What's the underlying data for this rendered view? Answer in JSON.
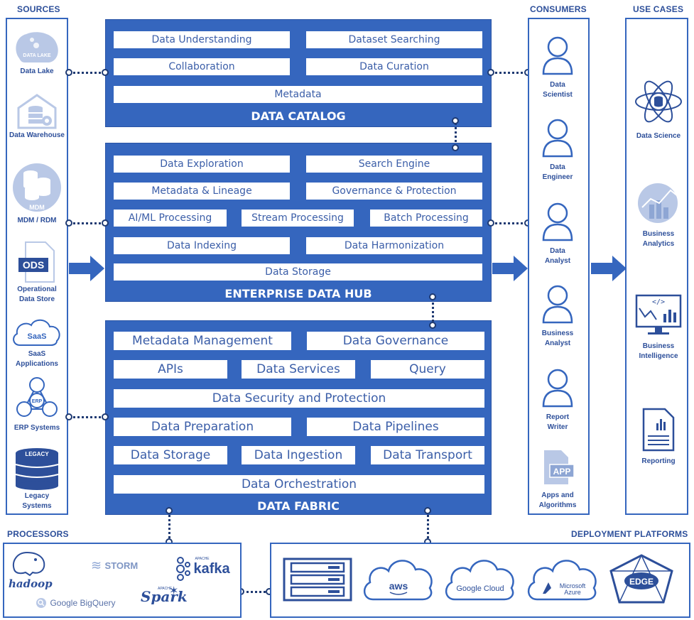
{
  "headers": {
    "sources": "SOURCES",
    "consumers": "CONSUMERS",
    "use_cases": "USE CASES",
    "processors": "PROCESSORS",
    "deployment": "DEPLOYMENT PLATFORMS"
  },
  "sources": {
    "data_lake_badge": "DATA LAKE",
    "data_lake": "Data Lake",
    "data_warehouse": "Data Warehouse",
    "mdm_badge": "MDM",
    "mdm": "MDM / RDM",
    "ods_badge": "ODS",
    "ods_line1": "Operational",
    "ods_line2": "Data Store",
    "saas_badge": "SaaS",
    "saas_line1": "SaaS",
    "saas_line2": "Applications",
    "erp_badge": "ERP",
    "erp": "ERP Systems",
    "legacy_badge": "LEGACY",
    "legacy_line1": "Legacy",
    "legacy_line2": "Systems"
  },
  "catalog": {
    "title": "DATA CATALOG",
    "items": [
      "Data Understanding",
      "Dataset Searching",
      "Collaboration",
      "Data Curation",
      "Metadata"
    ]
  },
  "hub": {
    "title": "ENTERPRISE DATA HUB",
    "items": [
      "Data Exploration",
      "Search Engine",
      "Metadata & Lineage",
      "Governance & Protection",
      "AI/ML Processing",
      "Stream Processing",
      "Batch Processing",
      "Data Indexing",
      "Data Harmonization",
      "Data Storage"
    ]
  },
  "fabric": {
    "title": "DATA FABRIC",
    "items": [
      "Metadata Management",
      "Data Governance",
      "APIs",
      "Data Services",
      "Query",
      "Data Security and Protection",
      "Data Preparation",
      "Data Pipelines",
      "Data Storage",
      "Data Ingestion",
      "Data Transport",
      "Data Orchestration"
    ]
  },
  "consumers": [
    {
      "l1": "Data",
      "l2": "Scientist"
    },
    {
      "l1": "Data",
      "l2": "Engineer"
    },
    {
      "l1": "Data",
      "l2": "Analyst"
    },
    {
      "l1": "Business",
      "l2": "Analyst"
    },
    {
      "l1": "Report",
      "l2": "Writer"
    },
    {
      "l1": "Apps and",
      "l2": "Algorithms",
      "badge": "APP"
    }
  ],
  "use_cases": [
    {
      "l1": "Data Science",
      "l2": ""
    },
    {
      "l1": "Business",
      "l2": "Analytics"
    },
    {
      "l1": "Business",
      "l2": "Intelligence"
    },
    {
      "l1": "Reporting",
      "l2": ""
    }
  ],
  "processors": {
    "hadoop": "hadoop",
    "storm": "STORM",
    "kafka_small": "APACHE",
    "kafka": "kafka",
    "bigquery": "Google BigQuery",
    "spark_small": "APACHE",
    "spark": "Spark"
  },
  "platforms": {
    "aws": "aws",
    "google_cloud": "Google Cloud",
    "azure_l1": "Microsoft",
    "azure_l2": "Azure",
    "edge": "EDGE"
  },
  "colors": {
    "primary": "#3566be",
    "dark": "#1f3a72",
    "icon_light": "#b9c8e6"
  }
}
